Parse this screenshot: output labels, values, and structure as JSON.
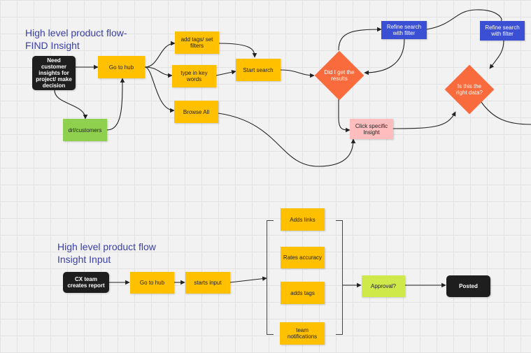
{
  "titles": {
    "find": [
      "High level product flow-",
      "FIND Insight"
    ],
    "input": [
      "High level product flow",
      "Insight Input"
    ]
  },
  "colors": {
    "yellow": "#ffc000",
    "black": "#1e1e1e",
    "green": "#8fd14f",
    "pink": "#ffbdbd",
    "blue": "#3b4fd4",
    "orange": "#f96a3d",
    "lime": "#cfe84a",
    "edge": "#222222"
  },
  "find_flow": {
    "need_insights": "Need customer insights for project/ make decision",
    "go_to_hub": "Go to hub",
    "drl_customers": "drl/customers",
    "add_tags": "add tags/ set filters",
    "type_keywords": "type in key words",
    "browse_all": "Browse All",
    "start_search": "Start search",
    "did_i_get_results": "Did I get the results",
    "refine_search_1": "Refine search with filter",
    "refine_search_2": "Refine search with filter",
    "click_specific": "Click specific Insight",
    "is_this_right": "Is this the right data?"
  },
  "input_flow": {
    "cx_team": "CX team creates report",
    "go_to_hub": "Go to hub",
    "starts_input": "starts input",
    "adds_links": "Adds links",
    "rates_accuracy": "Rates accuracy",
    "adds_tags": "adds tags",
    "team_notifications": "team notifications",
    "approval": "Approval?",
    "posted": "Posted"
  }
}
